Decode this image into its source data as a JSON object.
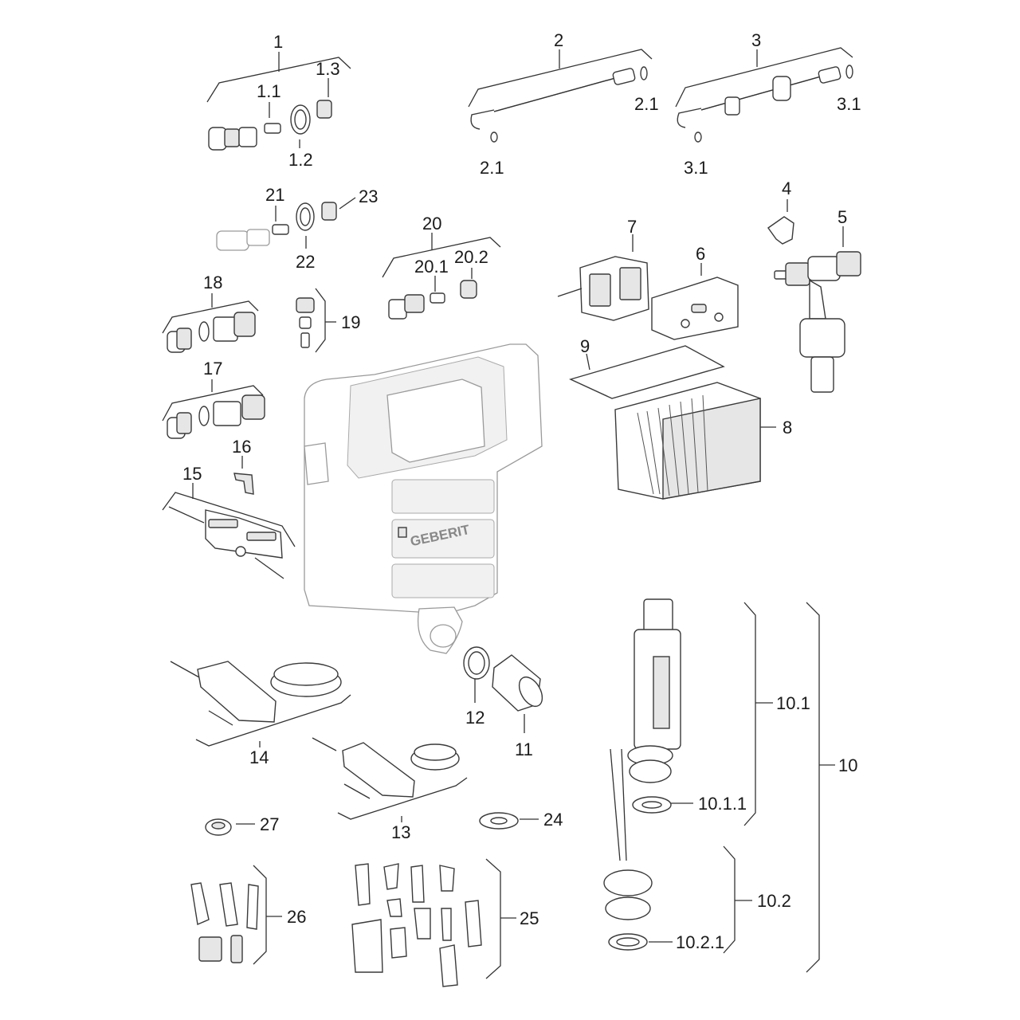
{
  "brand": "GEBERIT",
  "labels": {
    "l1": "1",
    "l1_1": "1.1",
    "l1_2": "1.2",
    "l1_3": "1.3",
    "l2": "2",
    "l2_1a": "2.1",
    "l2_1b": "2.1",
    "l3": "3",
    "l3_1a": "3.1",
    "l3_1b": "3.1",
    "l4": "4",
    "l5": "5",
    "l6": "6",
    "l7": "7",
    "l8": "8",
    "l9": "9",
    "l10": "10",
    "l10_1": "10.1",
    "l10_1_1": "10.1.1",
    "l10_2": "10.2",
    "l10_2_1": "10.2.1",
    "l11": "11",
    "l12": "12",
    "l13": "13",
    "l14": "14",
    "l15": "15",
    "l16": "16",
    "l17": "17",
    "l18": "18",
    "l19": "19",
    "l20": "20",
    "l20_1": "20.1",
    "l20_2": "20.2",
    "l21": "21",
    "l22": "22",
    "l23": "23",
    "l24": "24",
    "l25": "25",
    "l26": "26",
    "l27": "27"
  }
}
